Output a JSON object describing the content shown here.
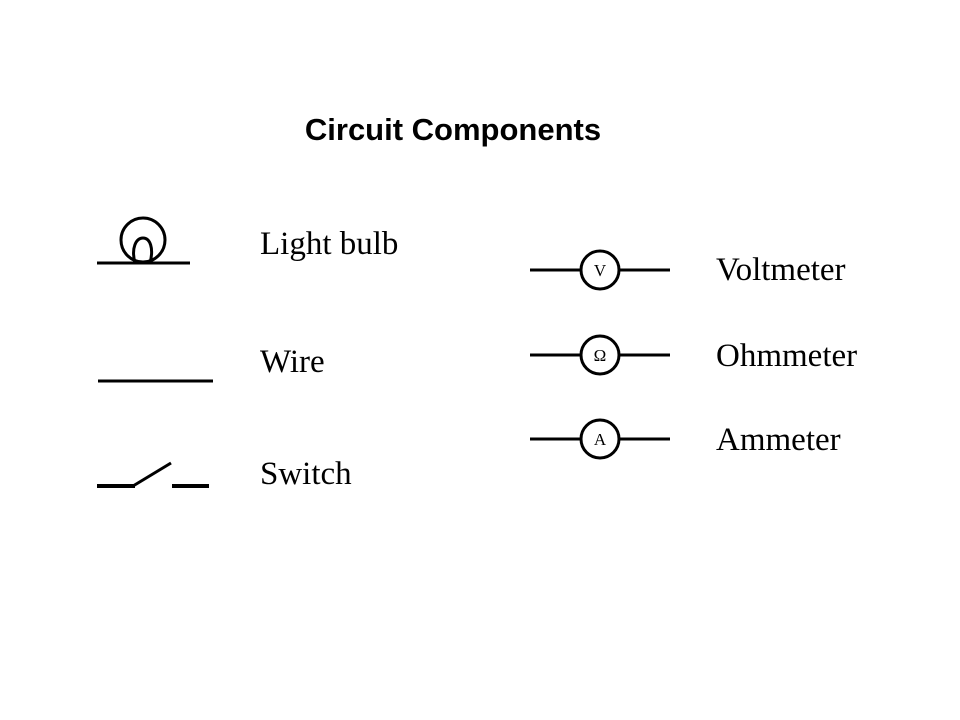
{
  "title": "Circuit Components",
  "components": {
    "light_bulb": {
      "label": "Light bulb"
    },
    "wire": {
      "label": "Wire"
    },
    "switch": {
      "label": "Switch"
    },
    "voltmeter": {
      "label": "Voltmeter",
      "symbol_letter": "V"
    },
    "ohmmeter": {
      "label": "Ohmmeter",
      "symbol_letter": "Ω"
    },
    "ammeter": {
      "label": "Ammeter",
      "symbol_letter": "A"
    }
  }
}
